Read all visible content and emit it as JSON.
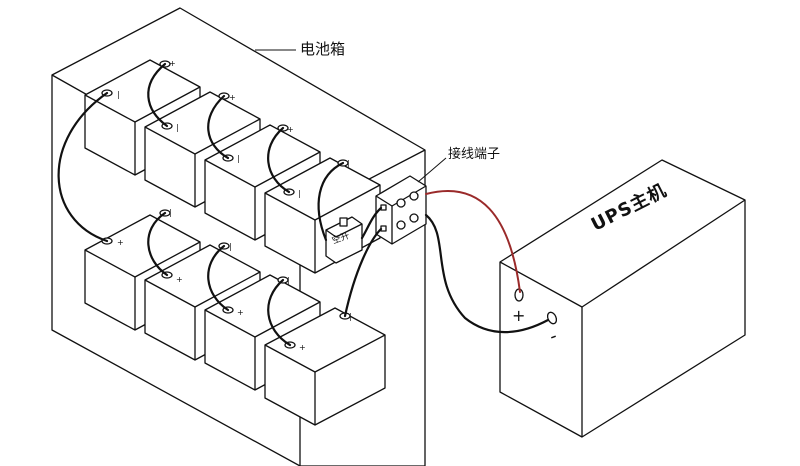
{
  "labels": {
    "battery_box": "电池箱",
    "terminal_block": "接线端子",
    "ups_host": "UPS主机",
    "switch": "空开",
    "ups_plus": "+",
    "ups_minus": "-"
  },
  "colors": {
    "line": "#111111",
    "positive_cable": "#9a2a2a",
    "fill": "#ffffff"
  },
  "counts": {
    "batteries_top_row": 4,
    "batteries_bottom_row": 4
  }
}
